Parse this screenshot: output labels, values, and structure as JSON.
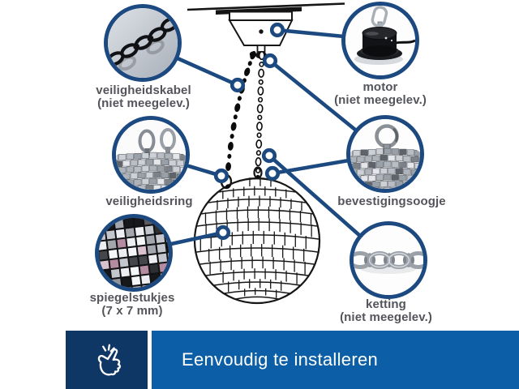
{
  "callouts": [
    {
      "id": "veiligheidskabel",
      "label": "veiligheidskabel",
      "sublabel": "(niet meegelev.)"
    },
    {
      "id": "motor",
      "label": "motor",
      "sublabel": "(niet meegelev.)"
    },
    {
      "id": "veiligheidsring",
      "label": "veiligheidsring",
      "sublabel": ""
    },
    {
      "id": "bevestigingsoogje",
      "label": "bevestigingsoogje",
      "sublabel": ""
    },
    {
      "id": "spiegelstukjes",
      "label": "spiegelstukjes",
      "sublabel": "(7 x 7 mm)"
    },
    {
      "id": "ketting",
      "label": "ketting",
      "sublabel": "(niet meegelev.)"
    }
  ],
  "banner": {
    "text": "Eenvoudig te installeren",
    "icon": "snap-fingers-icon"
  },
  "colors": {
    "accent_navy": "#1c4a80",
    "banner_navy": "#0e3766",
    "banner_blue": "#0c5fa6",
    "label_gray": "#54555a"
  }
}
